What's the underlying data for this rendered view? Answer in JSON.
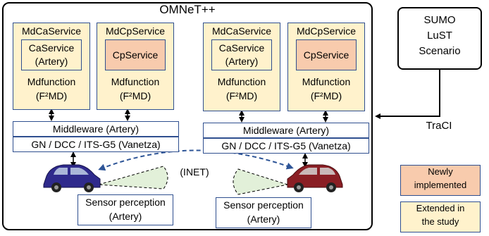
{
  "colors": {
    "extended": "#fff2cc",
    "newly": "#f8cbad",
    "border": "#2f4f8f",
    "arrow": "#2e5597",
    "cone": "#e2f0d9"
  },
  "omnet_title": "OMNeT++",
  "left_node": {
    "ca": {
      "title": "MdCaService",
      "inner_line1": "CaService",
      "inner_line2": "(Artery)",
      "func_line1": "Mdfunction",
      "func_line2": "(F²MD)"
    },
    "cp": {
      "title": "MdCpService",
      "inner_line1": "CpService",
      "func_line1": "Mdfunction",
      "func_line2": "(F²MD)"
    },
    "middleware": "Middleware (Artery)",
    "gn": "GN / DCC / ITS-G5 (Vanetza)",
    "sensor_line1": "Sensor perception",
    "sensor_line2": "(Artery)"
  },
  "right_node": {
    "ca": {
      "title": "MdCaService",
      "inner_line1": "CaService",
      "inner_line2": "(Artery)",
      "func_line1": "Mdfunction",
      "func_line2": "(F²MD)"
    },
    "cp": {
      "title": "MdCpService",
      "inner_line1": "CpService",
      "func_line1": "Mdfunction",
      "func_line2": "(F²MD)"
    },
    "middleware": "Middleware (Artery)",
    "gn": "GN / DCC / ITS-G5 (Vanetza)",
    "sensor_line1": "Sensor perception",
    "sensor_line2": "(Artery)"
  },
  "inet_label": "(INET)",
  "sumo": {
    "line1": "SUMO",
    "line2": "LuST",
    "line3": "Scenario"
  },
  "traci_label": "TraCI",
  "legend": {
    "new_line1": "Newly",
    "new_line2": "implemented",
    "ext_line1": "Extended in",
    "ext_line2": "the study"
  },
  "icons": {
    "car_left": "blue-car-icon",
    "car_right": "red-car-icon"
  }
}
